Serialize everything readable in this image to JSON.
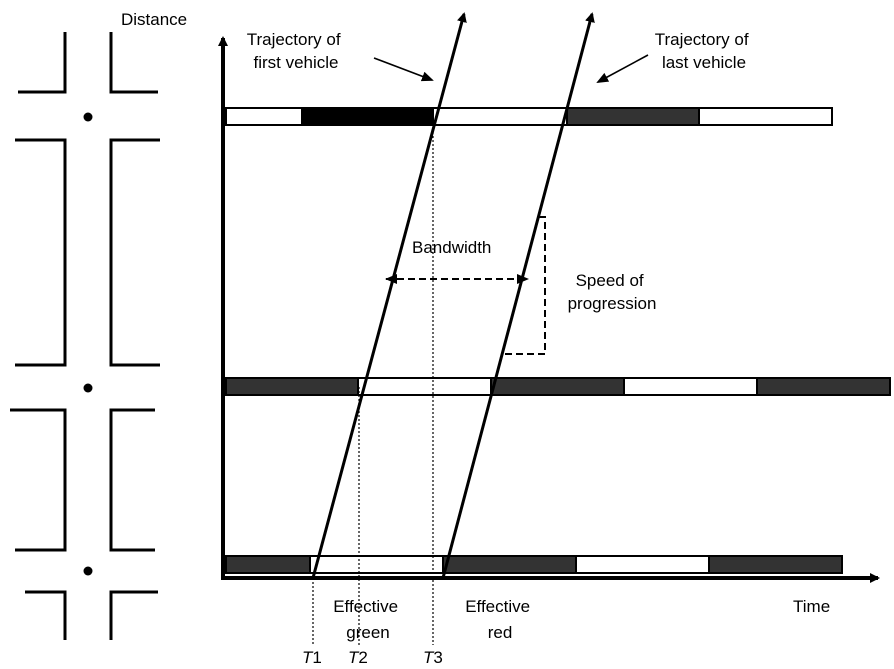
{
  "axes": {
    "y_label": "Distance",
    "x_label": "Time"
  },
  "labels": {
    "trajectory_first": [
      "Trajectory of",
      "first vehicle"
    ],
    "trajectory_last": [
      "Trajectory of",
      "last vehicle"
    ],
    "bandwidth": "Bandwidth",
    "speed_of_progression": [
      "Speed of",
      "progression"
    ],
    "effective_green": [
      "Effective",
      "green"
    ],
    "effective_red": [
      "Effective",
      "red"
    ]
  },
  "time_marks": [
    {
      "letter": "T",
      "num": "1"
    },
    {
      "letter": "T",
      "num": "2"
    },
    {
      "letter": "T",
      "num": "3"
    }
  ],
  "signal_phases": {
    "top": [
      "green",
      "red",
      "green",
      "red",
      "green"
    ],
    "middle": [
      "red",
      "green",
      "red",
      "green",
      "red"
    ],
    "bottom": [
      "red",
      "green",
      "red",
      "green",
      "red"
    ]
  },
  "colors": {
    "red_phase": "#333333",
    "red_phase_dark": "#000000",
    "green_phase": "#ffffff",
    "line": "#000000"
  }
}
